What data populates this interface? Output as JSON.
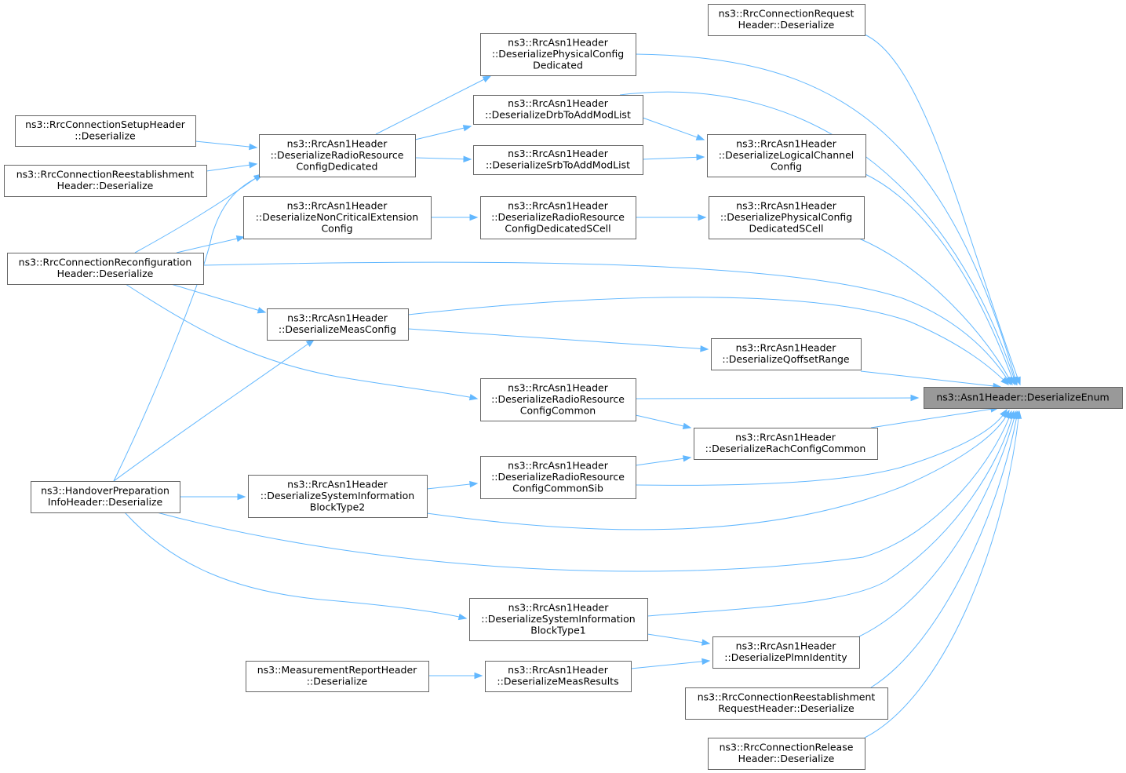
{
  "graph": {
    "nodes": [
      {
        "id": "target",
        "lines": [
          "ns3::Asn1Header::DeserializeEnum"
        ],
        "highlight": true
      },
      {
        "id": "rrcConnReq",
        "lines": [
          "ns3::RrcConnectionRequest",
          "Header::Deserialize"
        ]
      },
      {
        "id": "physCfgDed",
        "lines": [
          "ns3::RrcAsn1Header",
          "::DeserializePhysicalConfig",
          "Dedicated"
        ]
      },
      {
        "id": "drbToAdd",
        "lines": [
          "ns3::RrcAsn1Header",
          "::DeserializeDrbToAddModList"
        ]
      },
      {
        "id": "srbToAdd",
        "lines": [
          "ns3::RrcAsn1Header",
          "::DeserializeSrbToAddModList"
        ]
      },
      {
        "id": "logChanCfg",
        "lines": [
          "ns3::RrcAsn1Header",
          "::DeserializeLogicalChannel",
          "Config"
        ]
      },
      {
        "id": "radioResCfgDed",
        "lines": [
          "ns3::RrcAsn1Header",
          "::DeserializeRadioResource",
          "ConfigDedicated"
        ]
      },
      {
        "id": "rrcConnSetup",
        "lines": [
          "ns3::RrcConnectionSetupHeader",
          "::Deserialize"
        ]
      },
      {
        "id": "rrcConnReest",
        "lines": [
          "ns3::RrcConnectionReestablishment",
          "Header::Deserialize"
        ]
      },
      {
        "id": "nonCritExt",
        "lines": [
          "ns3::RrcAsn1Header",
          "::DeserializeNonCriticalExtension",
          "Config"
        ]
      },
      {
        "id": "radioResCfgDedSCell",
        "lines": [
          "ns3::RrcAsn1Header",
          "::DeserializeRadioResource",
          "ConfigDedicatedSCell"
        ]
      },
      {
        "id": "physCfgDedSCell",
        "lines": [
          "ns3::RrcAsn1Header",
          "::DeserializePhysicalConfig",
          "DedicatedSCell"
        ]
      },
      {
        "id": "rrcConnReconf",
        "lines": [
          "ns3::RrcConnectionReconfiguration",
          "Header::Deserialize"
        ]
      },
      {
        "id": "measConfig",
        "lines": [
          "ns3::RrcAsn1Header",
          "::DeserializeMeasConfig"
        ]
      },
      {
        "id": "qoffset",
        "lines": [
          "ns3::RrcAsn1Header",
          "::DeserializeQoffsetRange"
        ]
      },
      {
        "id": "radioResCfgCommon",
        "lines": [
          "ns3::RrcAsn1Header",
          "::DeserializeRadioResource",
          "ConfigCommon"
        ]
      },
      {
        "id": "rachCfg",
        "lines": [
          "ns3::RrcAsn1Header",
          "::DeserializeRachConfigCommon"
        ]
      },
      {
        "id": "radioResCfgCommonSib",
        "lines": [
          "ns3::RrcAsn1Header",
          "::DeserializeRadioResource",
          "ConfigCommonSib"
        ]
      },
      {
        "id": "handover",
        "lines": [
          "ns3::HandoverPreparation",
          "InfoHeader::Deserialize"
        ]
      },
      {
        "id": "sib2",
        "lines": [
          "ns3::RrcAsn1Header",
          "::DeserializeSystemInformation",
          "BlockType2"
        ]
      },
      {
        "id": "sib1",
        "lines": [
          "ns3::RrcAsn1Header",
          "::DeserializeSystemInformation",
          "BlockType1"
        ]
      },
      {
        "id": "plmn",
        "lines": [
          "ns3::RrcAsn1Header",
          "::DeserializePlmnIdentity"
        ]
      },
      {
        "id": "measReportHdr",
        "lines": [
          "ns3::MeasurementReportHeader",
          "::Deserialize"
        ]
      },
      {
        "id": "measResults",
        "lines": [
          "ns3::RrcAsn1Header",
          "::DeserializeMeasResults"
        ]
      },
      {
        "id": "rrcConnReestReq",
        "lines": [
          "ns3::RrcConnectionReestablishment",
          "RequestHeader::Deserialize"
        ]
      },
      {
        "id": "rrcConnRelease",
        "lines": [
          "ns3::RrcConnectionRelease",
          "Header::Deserialize"
        ]
      }
    ],
    "edges": [
      {
        "from": "rrcConnReq",
        "to": "target"
      },
      {
        "from": "physCfgDed",
        "to": "target"
      },
      {
        "from": "drbToAdd",
        "to": "target"
      },
      {
        "from": "logChanCfg",
        "to": "target"
      },
      {
        "from": "physCfgDedSCell",
        "to": "target"
      },
      {
        "from": "rrcConnReconf",
        "to": "target"
      },
      {
        "from": "measConfig",
        "to": "target"
      },
      {
        "from": "qoffset",
        "to": "target"
      },
      {
        "from": "radioResCfgCommon",
        "to": "target"
      },
      {
        "from": "rachCfg",
        "to": "target"
      },
      {
        "from": "radioResCfgCommonSib",
        "to": "target"
      },
      {
        "from": "sib2",
        "to": "target"
      },
      {
        "from": "handover",
        "to": "target"
      },
      {
        "from": "sib1",
        "to": "target"
      },
      {
        "from": "plmn",
        "to": "target"
      },
      {
        "from": "rrcConnReestReq",
        "to": "target"
      },
      {
        "from": "rrcConnRelease",
        "to": "target"
      },
      {
        "from": "radioResCfgDed",
        "to": "physCfgDed"
      },
      {
        "from": "radioResCfgDed",
        "to": "drbToAdd"
      },
      {
        "from": "radioResCfgDed",
        "to": "srbToAdd"
      },
      {
        "from": "drbToAdd",
        "to": "logChanCfg"
      },
      {
        "from": "srbToAdd",
        "to": "logChanCfg"
      },
      {
        "from": "rrcConnSetup",
        "to": "radioResCfgDed"
      },
      {
        "from": "rrcConnReest",
        "to": "radioResCfgDed"
      },
      {
        "from": "rrcConnReconf",
        "to": "radioResCfgDed"
      },
      {
        "from": "handover",
        "to": "radioResCfgDed"
      },
      {
        "from": "nonCritExt",
        "to": "radioResCfgDedSCell"
      },
      {
        "from": "radioResCfgDedSCell",
        "to": "physCfgDedSCell"
      },
      {
        "from": "rrcConnReconf",
        "to": "nonCritExt"
      },
      {
        "from": "rrcConnReconf",
        "to": "measConfig"
      },
      {
        "from": "handover",
        "to": "measConfig"
      },
      {
        "from": "measConfig",
        "to": "qoffset"
      },
      {
        "from": "rrcConnReconf",
        "to": "radioResCfgCommon"
      },
      {
        "from": "radioResCfgCommon",
        "to": "rachCfg"
      },
      {
        "from": "radioResCfgCommonSib",
        "to": "rachCfg"
      },
      {
        "from": "sib2",
        "to": "radioResCfgCommonSib"
      },
      {
        "from": "handover",
        "to": "sib2"
      },
      {
        "from": "handover",
        "to": "sib1"
      },
      {
        "from": "sib1",
        "to": "plmn"
      },
      {
        "from": "measResults",
        "to": "plmn"
      },
      {
        "from": "measReportHdr",
        "to": "measResults"
      }
    ]
  },
  "colors": {
    "edge": "#63b8ff",
    "node_border": "#666666",
    "target_fill": "#999999",
    "node_fill": "#ffffff"
  }
}
